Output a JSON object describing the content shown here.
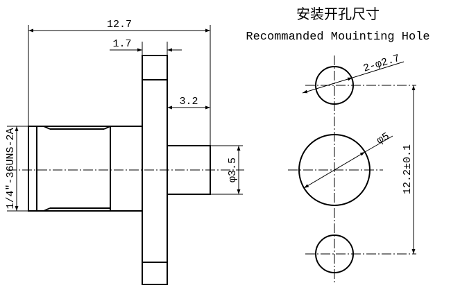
{
  "title_cn": "安装开孔尺寸",
  "title_en": "Recommanded Mouinting Hole",
  "dims": {
    "overall_length": "12.7",
    "flange_thickness": "1.7",
    "rear_length": "3.2",
    "rear_diameter": "φ3.5",
    "thread": "1/4\"-36UNS-2A",
    "hole_pair": "2-φ2.7",
    "center_hole": "φ5",
    "hole_spacing": "12.2±0.1"
  }
}
